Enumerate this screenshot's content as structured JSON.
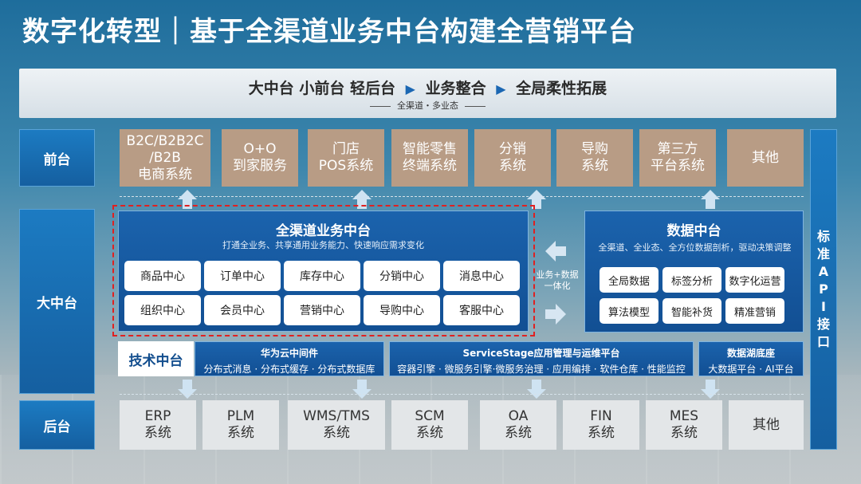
{
  "title": "数字化转型｜基于全渠道业务中台构建全营销平台",
  "banner": {
    "steps": [
      "大中台 小前台 轻后台",
      "业务整合",
      "全局柔性拓展"
    ],
    "subtitle": "全渠道・多业态"
  },
  "layers": {
    "front": "前台",
    "middle": "大中台",
    "back": "后台"
  },
  "api_label": "标\n准\nA\nP\nI\n接\n口",
  "front_systems": [
    "B2C/B2B2C\n/B2B\n电商系统",
    "O+O\n到家服务",
    "门店\nPOS系统",
    "智能零售\n终端系统",
    "分销\n系统",
    "导购\n系统",
    "第三方\n平台系统",
    "其他"
  ],
  "business_center": {
    "title": "全渠道业务中台",
    "subtitle": "打通全业务、共享通用业务能力、快速响应需求变化",
    "modules": [
      "商品中心",
      "订单中心",
      "库存中心",
      "分销中心",
      "消息中心",
      "组织中心",
      "会员中心",
      "营销中心",
      "导购中心",
      "客服中心"
    ]
  },
  "integration_label": "业务+数据\n一体化",
  "data_center": {
    "title": "数据中台",
    "subtitle": "全渠道、全业态、全方位数据剖析，驱动决策调整",
    "modules": [
      "全局数据",
      "标签分析",
      "数字化运营",
      "算法模型",
      "智能补货",
      "精准营销"
    ]
  },
  "tech_center": {
    "label": "技术中台",
    "huawei": {
      "title": "华为云中间件",
      "desc": "分布式消息 · 分布式缓存 · 分布式数据库"
    },
    "servicestage": {
      "title": "ServiceStage应用管理与运维平台",
      "desc": "容器引擎 · 微服务引擎·微服务治理 · 应用编排 · 软件仓库 · 性能监控"
    },
    "datalake": {
      "title": "数据湖底座",
      "desc": "大数据平台 · AI平台"
    }
  },
  "back_systems": [
    "ERP\n系统",
    "PLM\n系统",
    "WMS/TMS\n系统",
    "SCM\n系统",
    "OA\n系统",
    "FIN\n系统",
    "MES\n系统",
    "其他"
  ],
  "colors": {
    "front_tile": "#b89c85",
    "panel_blue": "#1b63ad",
    "label_blue": "#1c7bc2",
    "frame_red": "#e02020"
  }
}
